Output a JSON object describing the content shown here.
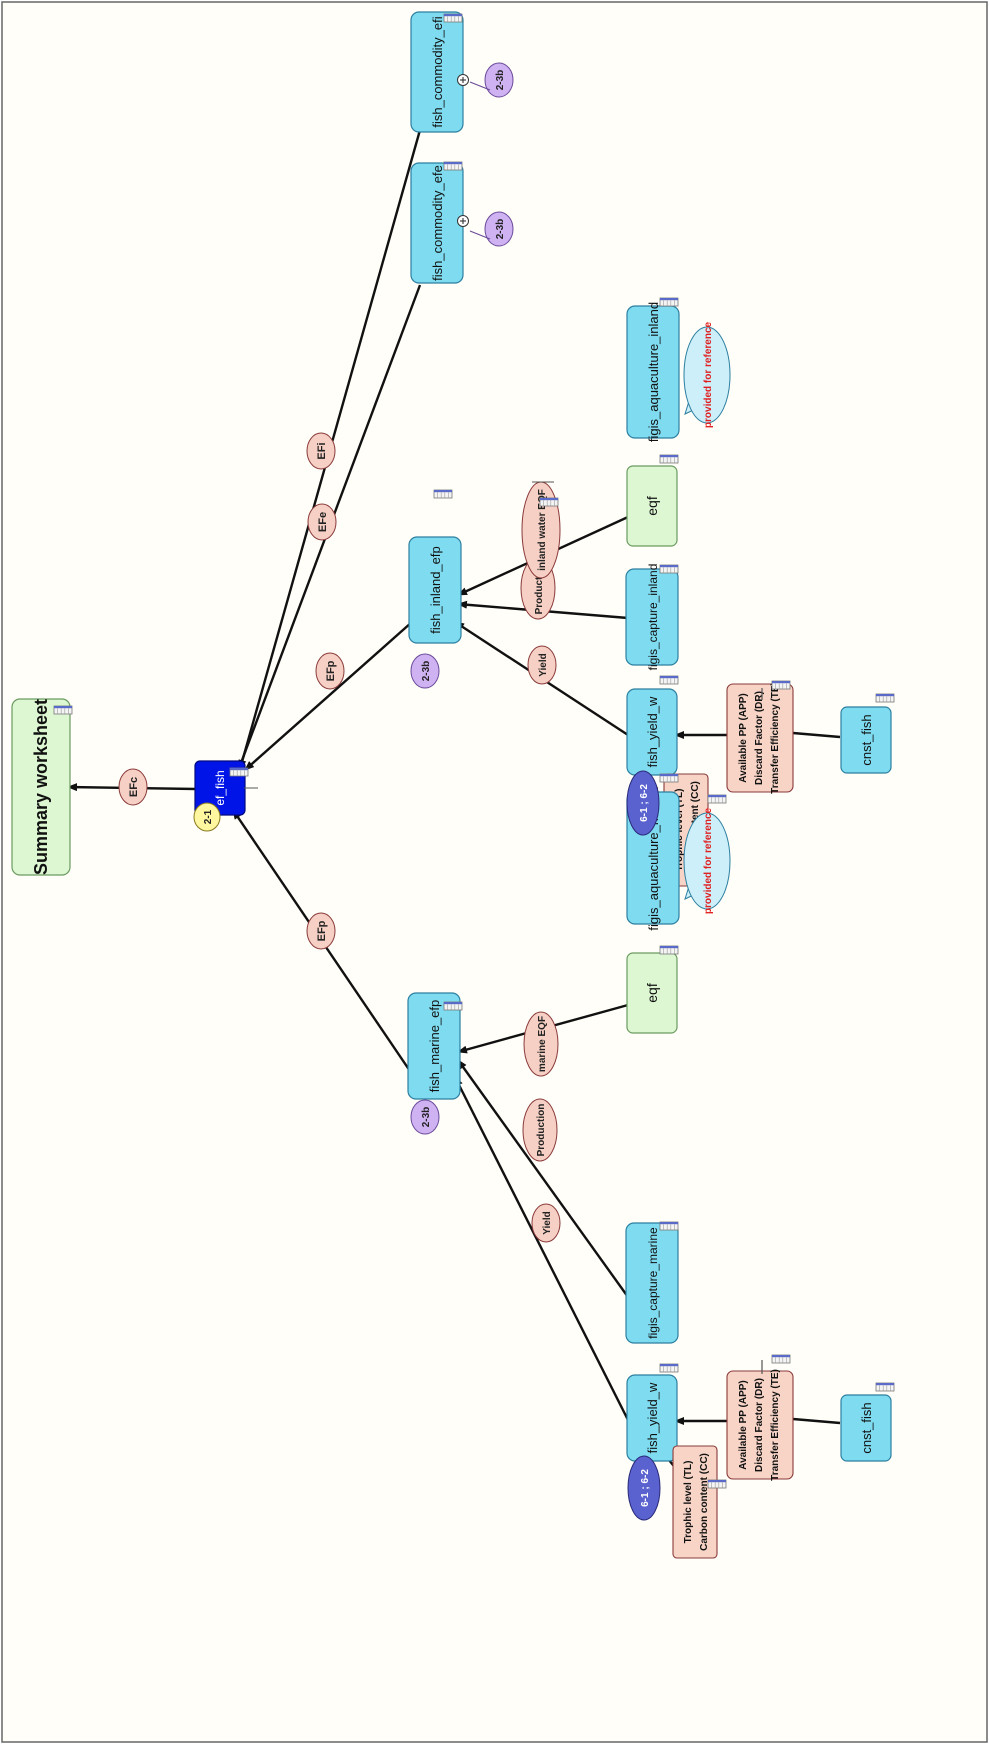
{
  "colors": {
    "background": "#fffef8",
    "border": "#666666",
    "node_blue": "#7fdcf0",
    "node_blue_stroke": "#2c7fa0",
    "node_green": "#dcf7d2",
    "node_green_stroke": "#6a9a60",
    "node_dark": "#0014e8",
    "node_peach": "#f7d4c6",
    "label_peach": "#f6d0c4",
    "label_stroke": "#8a3a3a",
    "badge_purple": "#cfb2f2",
    "badge_navy": "#5a62cf",
    "badge_yellow": "#fff6a0",
    "callout_blue": "#cdeffa",
    "callout_text": "#e02020",
    "edge": "#111111"
  },
  "icons": {
    "table": "table-icon",
    "plus": "plus-circle-icon"
  },
  "nodes": {
    "summary": "Summary worksheet",
    "ef_fish": "ef_fish",
    "fish_commodity_efi": "fish_commodity_efi",
    "fish_commodity_efe": "fish_commodity_efe",
    "figis_aquaculture_inland": "figis_aquaculture_inland",
    "fish_inland_efp": "fish_inland_efp",
    "eqf_inland": "eqf",
    "figis_capture_inland": "figis_capture_inland",
    "fish_yield_w_inland": "fish_yield_w",
    "params_inland": [
      "Available PP (APP)",
      "Discard Factor (DR)",
      "Transfer Efficiency (TE)"
    ],
    "cnst_fish_inland": "cnst_fish",
    "trophic_inland": [
      "Trophic level (TL)",
      "Carbon content (CC)"
    ],
    "figis_aquaculture_marine": "figis_aquaculture_marine",
    "fish_marine_efp": "fish_marine_efp",
    "eqf_marine": "eqf",
    "figis_capture_marine": "figis_capture_marine",
    "fish_yield_w_marine": "fish_yield_w",
    "params_marine": [
      "Available PP (APP)",
      "Discard Factor (DR)",
      "Transfer Efficiency (TE)"
    ],
    "cnst_fish_marine": "cnst_fish",
    "trophic_marine": [
      "Trophic level (TL)",
      "Carbon content (CC)"
    ]
  },
  "edge_labels": {
    "efc": "EFc",
    "efi": "EFi",
    "efe": "EFe",
    "efp_inland": "EFp",
    "efp_marine": "EFp",
    "yield_inland": "Yield",
    "production_inland": "Production",
    "inland_water_eqf": "inland water EQF",
    "yield_marine": "Yield",
    "production_marine": "Production",
    "marine_eqf": "marine EQF"
  },
  "badges": {
    "ef_fish": "2-1",
    "efi": "2-3b",
    "efe": "2-3b",
    "inland_efp": "2-3b",
    "marine_efp": "2-3b",
    "yield_inland": "6-1 ; 6-2",
    "yield_marine": "6-1 ; 6-2"
  },
  "callouts": {
    "inland": "provided for reference",
    "marine": "provided for reference"
  }
}
